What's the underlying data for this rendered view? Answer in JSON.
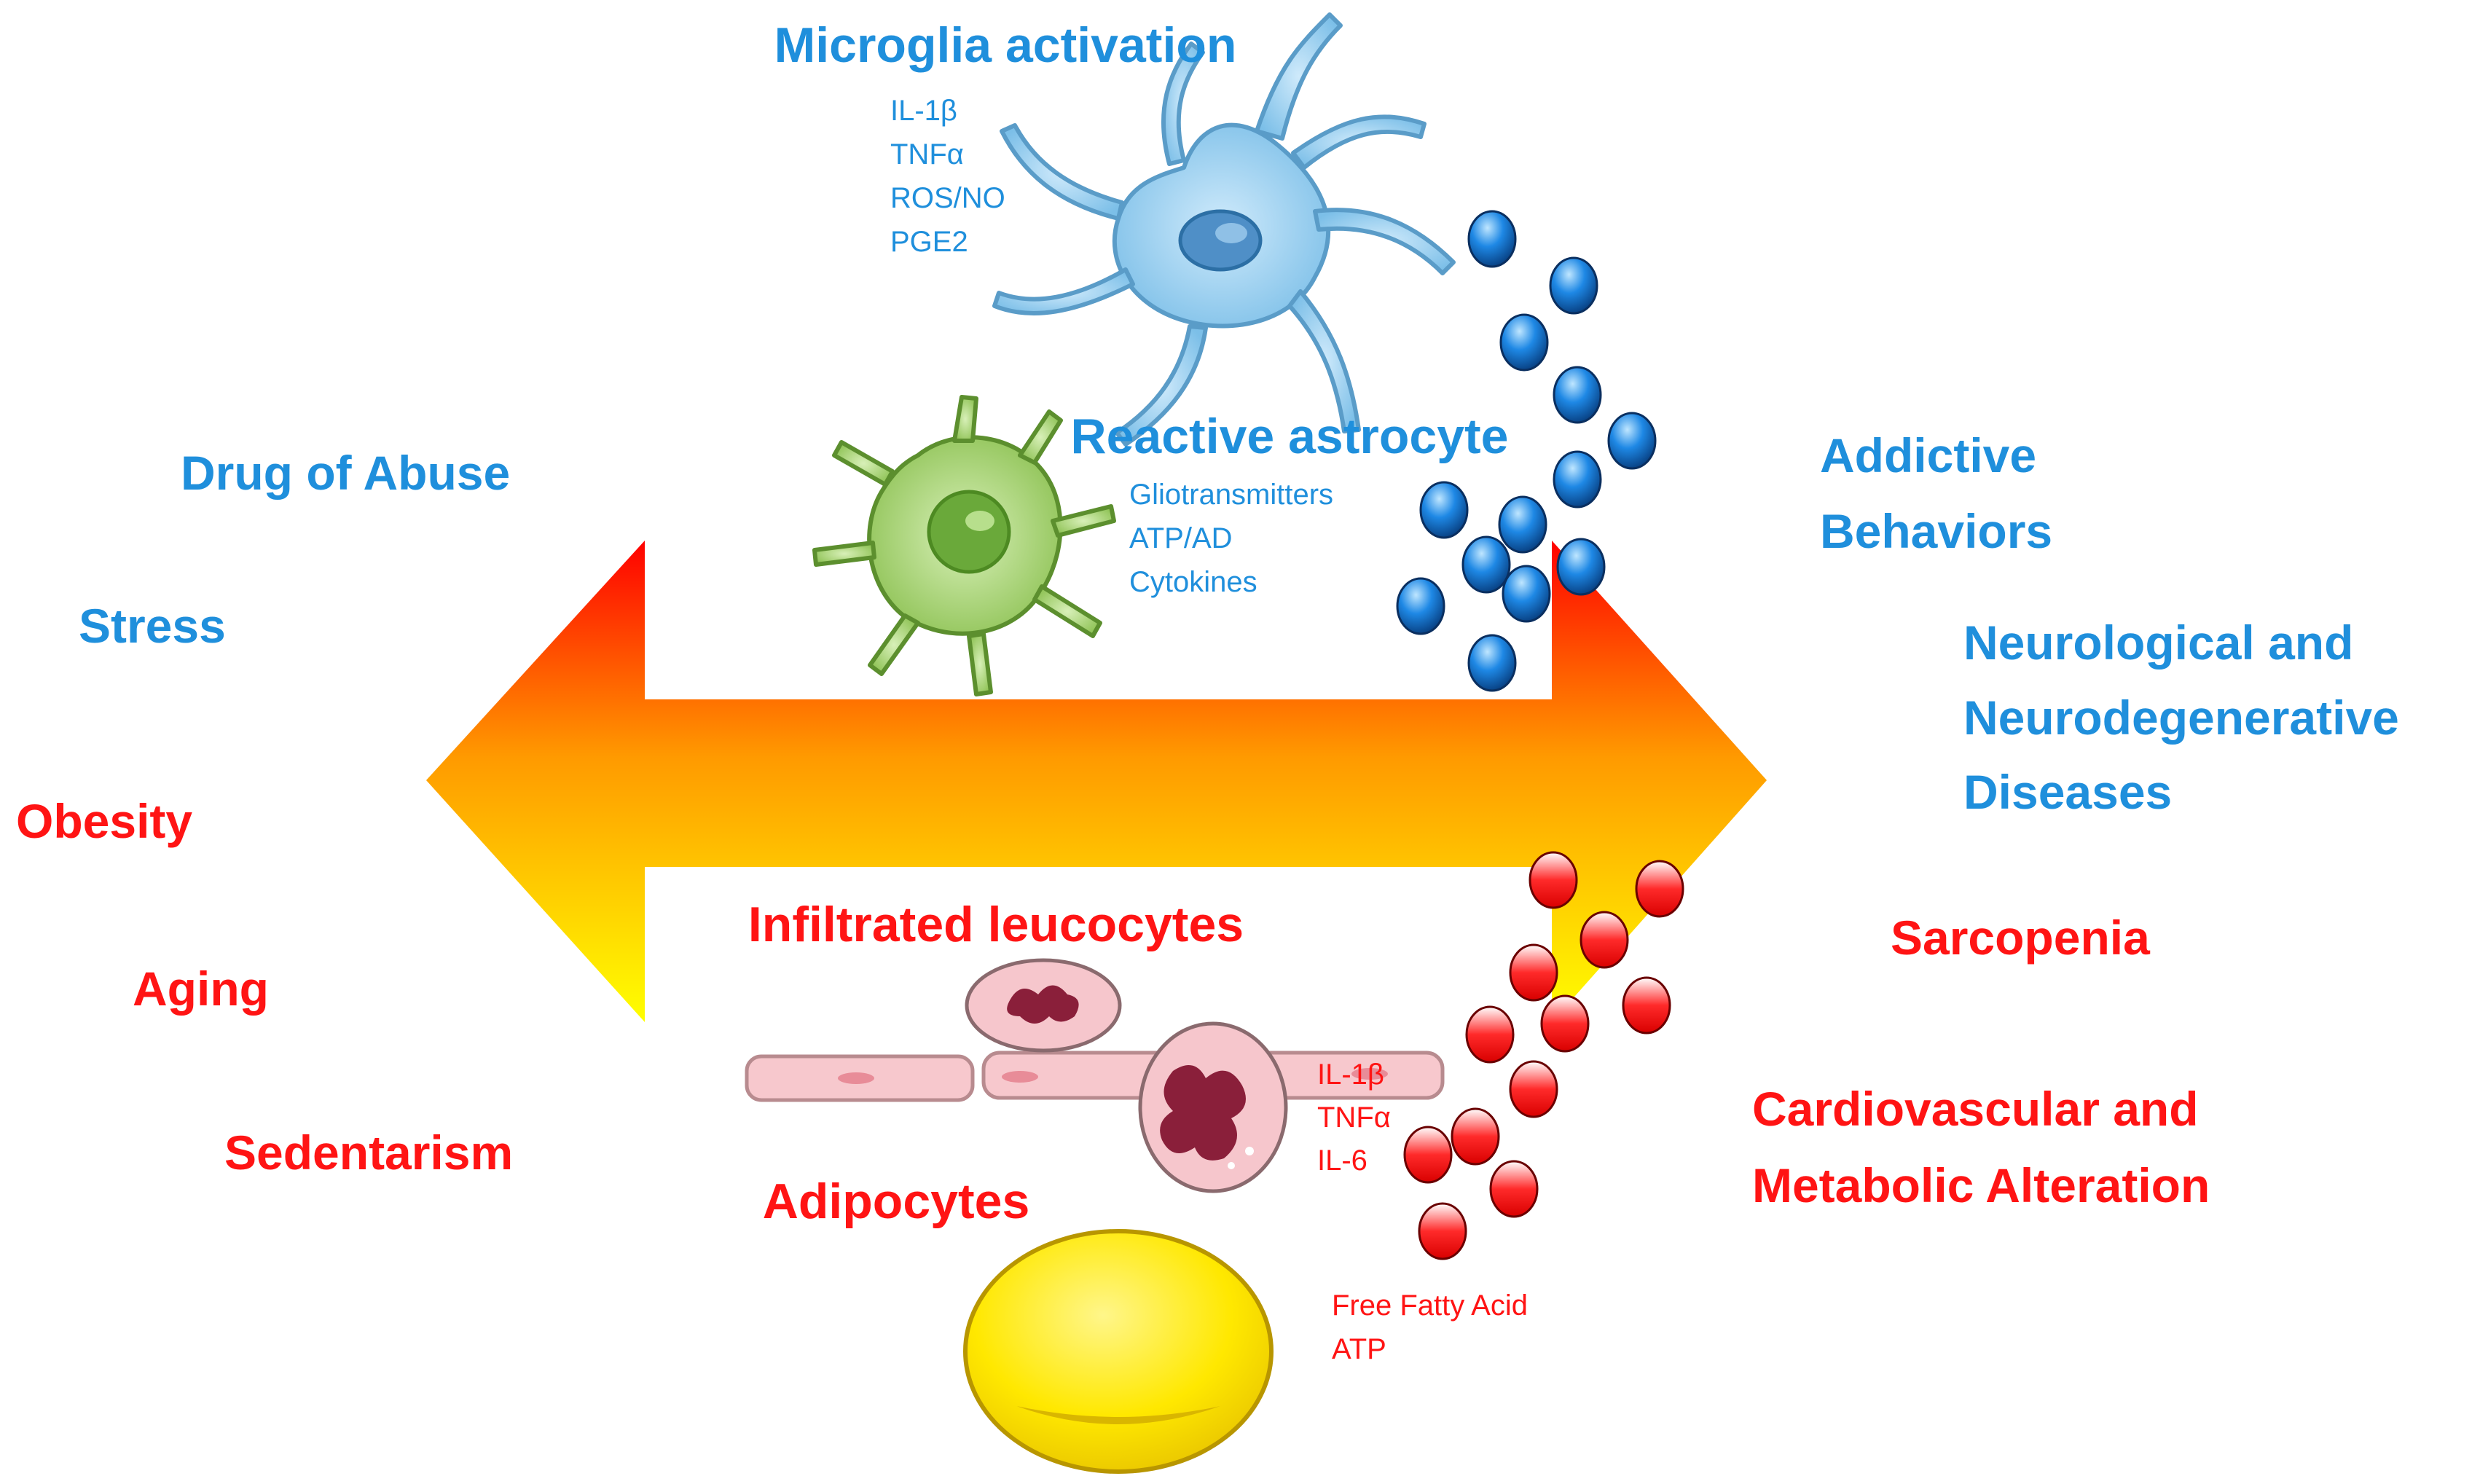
{
  "colors": {
    "blue_text": "#1f8fdc",
    "red_text": "#ff1414",
    "arrow_top": "#ff0000",
    "arrow_mid": "#ffa000",
    "arrow_bottom": "#ffff00",
    "blue_bead": "#0b6fd0",
    "red_bead": "#ff0000",
    "microglia": "#9fd3f0",
    "astrocyte": "#9ccc65",
    "adipocyte": "#ffe800",
    "leucocyte": "#f5c0c6",
    "vessel": "#f7c8cd"
  },
  "microglia": {
    "title": "Microglia activation",
    "factors": [
      "IL-1β",
      "TNFα",
      "ROS/NO",
      "PGE2"
    ]
  },
  "astrocyte": {
    "title": "Reactive astrocyte",
    "factors": [
      "Gliotransmitters",
      "ATP/AD",
      "Cytokines"
    ]
  },
  "leucocytes": {
    "title": "Infiltrated leucocytes",
    "factors": [
      "IL-1β",
      "TNFα",
      "IL-6"
    ]
  },
  "adipocytes": {
    "title": "Adipocytes",
    "factors": [
      "Free Fatty Acid",
      "ATP"
    ]
  },
  "causes": {
    "neuro": [
      "Drug of Abuse",
      "Stress"
    ],
    "metabolic": [
      "Obesity",
      "Aging",
      "Sedentarism"
    ]
  },
  "outcomes": {
    "addictive": [
      "Addictive",
      "Behaviors"
    ],
    "neurological": [
      "Neurological and",
      "Neurodegenerative",
      "Diseases"
    ],
    "sarcopenia": "Sarcopenia",
    "cardio": [
      "Cardiovascular and",
      "Metabolic Alteration"
    ]
  },
  "icons": [
    "microglia-cell-icon",
    "astrocyte-cell-icon",
    "leucocyte-icon",
    "blood-vessel-icon",
    "adipocyte-icon",
    "blue-bead-icon",
    "red-bead-icon",
    "double-arrow-icon"
  ]
}
